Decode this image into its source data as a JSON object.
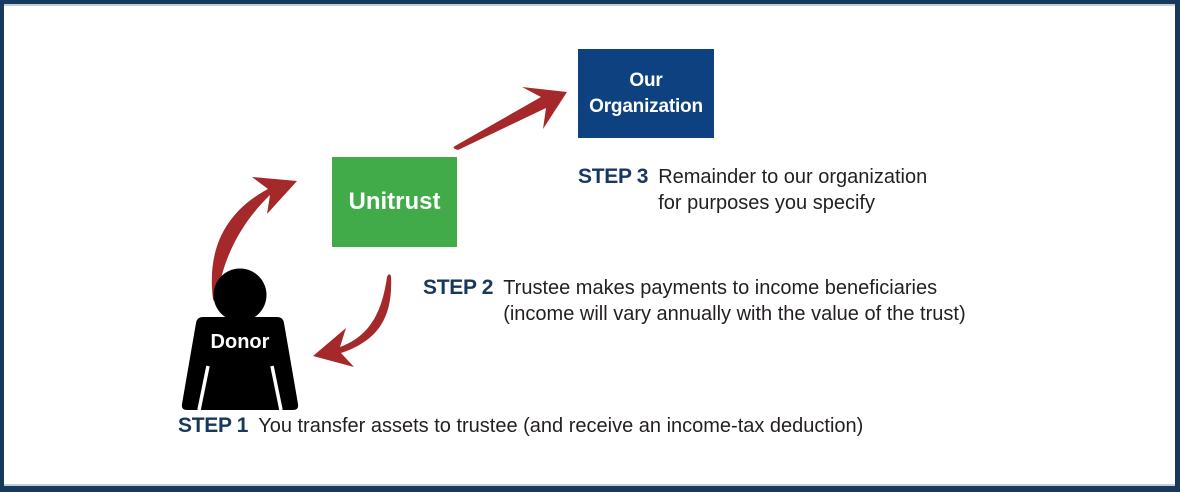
{
  "colors": {
    "arrow_red": "#a5292a",
    "unitrust_green": "#41aa49",
    "organization_blue": "#0e4180",
    "step_label_blue": "#17375d",
    "border_navy": "#17395e",
    "inner_line_gray": "#c7cdd7",
    "body_text": "#231f20",
    "donor_black": "#000000",
    "box_text_white": "#ffffff"
  },
  "nodes": {
    "donor": {
      "label": "Donor"
    },
    "unitrust": {
      "label": "Unitrust"
    },
    "organization": {
      "label": "Our Organization"
    }
  },
  "steps": [
    {
      "label": "STEP 1",
      "lines": [
        "You transfer assets to trustee (and receive an income-tax deduction)"
      ]
    },
    {
      "label": "STEP 2",
      "lines": [
        "Trustee makes payments to income beneficiaries",
        "(income will vary annually with the value of the trust)"
      ]
    },
    {
      "label": "STEP 3",
      "lines": [
        "Remainder to our organization",
        "for purposes you specify"
      ]
    }
  ]
}
